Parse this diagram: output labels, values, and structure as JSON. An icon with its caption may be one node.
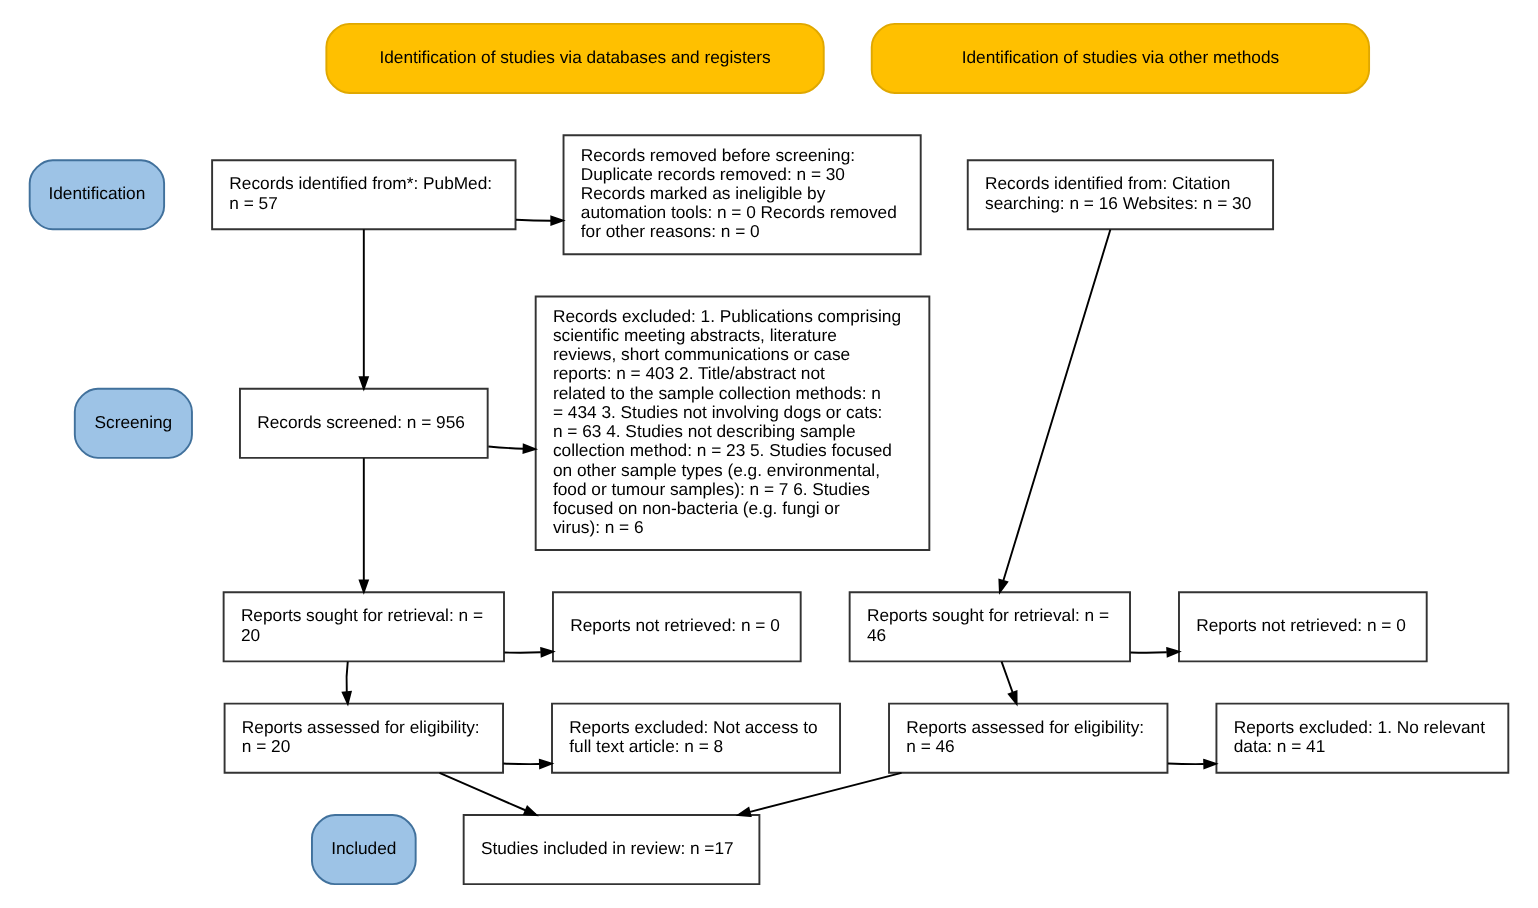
{
  "diagram": {
    "nodes": [
      {
        "text": [
          "Identification of studies via databases and registers"
        ]
      },
      {
        "text": [
          "Identification of studies via other methods"
        ]
      },
      {
        "text": [
          "Identification"
        ]
      },
      {
        "text": [
          "Screening"
        ]
      },
      {
        "text": [
          "Included"
        ]
      },
      {
        "text": [
          "Records identified from*: PubMed: n = 57"
        ]
      },
      {
        "text": [
          "Records removed before screening: Duplicate records removed: n = 30 Records marked as ineligible by automation tools: n = 0 Records removed for other reasons: n = 0"
        ]
      },
      {
        "text": [
          "Records screened: n = 956"
        ]
      },
      {
        "text": [
          "Records excluded: 1. Publications comprising scientific meeting abstracts, literature reviews, short communications or case reports: n = 403 2. Title/abstract not related to the sample collection methods: n = 434 3. Studies not involving dogs or cats: n = 63 4. Studies not describing sample collection method: n = 23 5. Studies focused on other sample types (e.g. environmental, food or tumour samples): n = 7 6. Studies focused on non-bacteria (e.g. fungi or virus): n = 6"
        ]
      },
      {
        "text": [
          "Reports sought for retrieval: n = 20"
        ]
      },
      {
        "text": [
          "Reports not retrieved: n = 0"
        ]
      },
      {
        "text": [
          "Reports assessed for eligibility: n = 20"
        ]
      },
      {
        "text": [
          "Reports excluded: Not access to full text article: n = 8"
        ]
      },
      {
        "text": [
          "Studies included in review: n =17"
        ]
      },
      {
        "text": [
          "Records identified from: Citation searching: n = 16 Websites: n = 30"
        ]
      },
      {
        "text": [
          "Reports sought for retrieval: n = 46"
        ]
      },
      {
        "text": [
          "Reports not retrieved: n = 0"
        ]
      },
      {
        "text": [
          "Reports assessed for eligibility: n = 46"
        ]
      },
      {
        "text": [
          "Reports excluded: 1. No relevant data: n = 41"
        ]
      }
    ],
    "edges": [
      {
        "from": 5,
        "to": 6,
        "arrow": "to"
      },
      {
        "from": 5,
        "to": 7,
        "arrow": "to"
      },
      {
        "from": 7,
        "to": 8,
        "arrow": "to"
      },
      {
        "from": 7,
        "to": 9,
        "arrow": "to"
      },
      {
        "from": 9,
        "to": 10,
        "arrow": "to"
      },
      {
        "from": 9,
        "to": 11,
        "arrow": "to"
      },
      {
        "from": 11,
        "to": 12,
        "arrow": "to"
      },
      {
        "from": 11,
        "to": 13,
        "arrow": "to"
      },
      {
        "from": 14,
        "to": 15,
        "arrow": "to"
      },
      {
        "from": 15,
        "to": 16,
        "arrow": "to"
      },
      {
        "from": 15,
        "to": 17,
        "arrow": "to"
      },
      {
        "from": 17,
        "to": 18,
        "arrow": "to"
      },
      {
        "from": 17,
        "to": 13,
        "arrow": "to"
      }
    ]
  }
}
